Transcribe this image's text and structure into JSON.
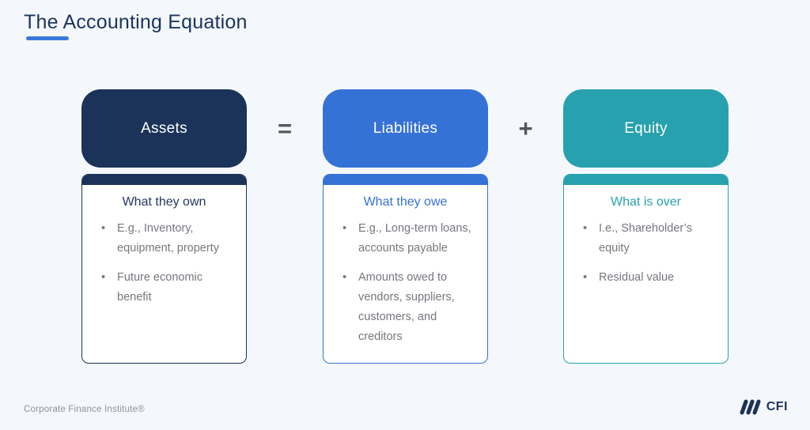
{
  "page": {
    "title": "The Accounting Equation",
    "footer_left": "Corporate Finance Institute®",
    "logo_text": "CFI"
  },
  "colors": {
    "background": "#f4f8fc",
    "title_navy": "#1b3460",
    "underline_blue": "#3a79dc",
    "assets_navy": "#1b3358",
    "liabilities_blue": "#3572d6",
    "equity_teal": "#27a1ad",
    "operator_gray": "#56575a",
    "bullet_text_gray": "#74777d",
    "footer_gray": "#8d939b",
    "card_background": "#ffffff"
  },
  "equation": {
    "operators": [
      "=",
      "+"
    ],
    "columns": [
      {
        "id": "assets",
        "label": "Assets",
        "heading": "What they own",
        "bullets": [
          "E.g., Inventory, equipment, property",
          "Future economic benefit"
        ]
      },
      {
        "id": "liabilities",
        "label": "Liabilities",
        "heading": "What they owe",
        "bullets": [
          "E.g., Long-term loans, accounts payable",
          "Amounts owed to vendors, suppliers, customers, and creditors"
        ]
      },
      {
        "id": "equity",
        "label": "Equity",
        "heading": "What is over",
        "bullets": [
          "I.e., Shareholder’s equity",
          "Residual value"
        ]
      }
    ]
  }
}
